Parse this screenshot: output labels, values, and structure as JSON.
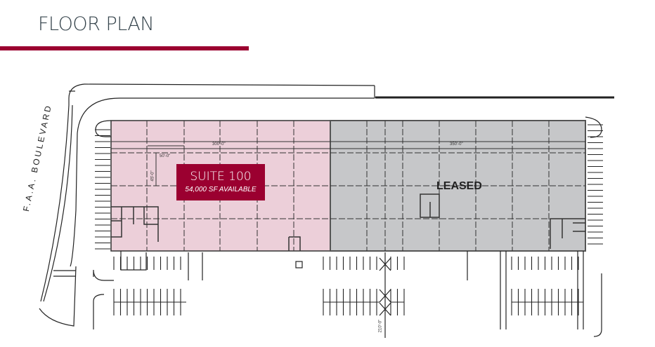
{
  "header": {
    "title": "FLOOR PLAN"
  },
  "colors": {
    "accent": "#9b0030",
    "available": "#eccfd9",
    "leased": "#c6c7c9"
  },
  "plan": {
    "suite": {
      "name": "SUITE 100",
      "area": "54,000 SF AVAILABLE"
    },
    "leased_label": "LEASED",
    "road_label": "F.A.A. BOULEVARD",
    "dimensions": {
      "suite_width": "300'-0\"",
      "leased_width": "350'-0\"",
      "bay_width": "50'-0\"",
      "bay_depth": "45'-0\"",
      "site_depth": "210'-0\""
    }
  }
}
